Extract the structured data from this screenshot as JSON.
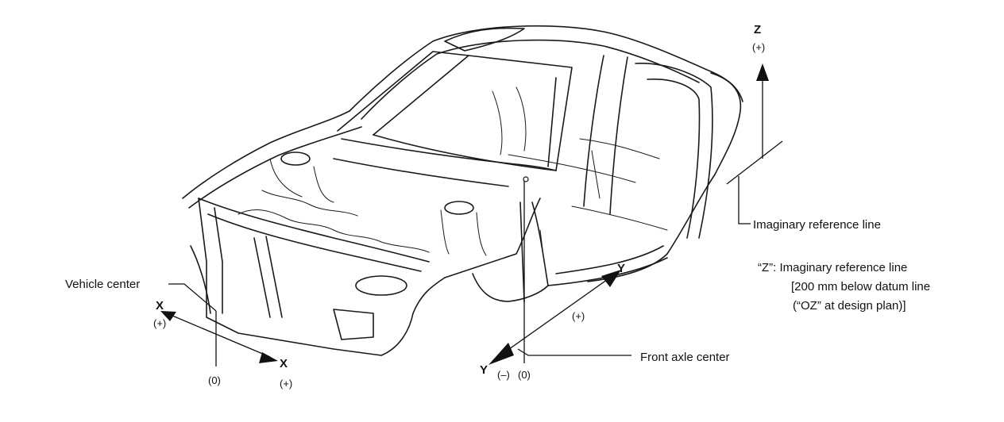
{
  "axes": {
    "z_axis_label": "Z",
    "z_positive": "(+)",
    "x_top_label": "X",
    "x_top_sign": "(+)",
    "x_bottom_label": "X",
    "x_bottom_sign": "(+)",
    "x_zero": "(0)",
    "y_top_label": "Y",
    "y_plus": "(+)",
    "y_bottom_label": "Y",
    "y_minus": "(–)",
    "y_zero": "(0)"
  },
  "callouts": {
    "vehicle_center": "Vehicle center",
    "front_axle_center": "Front axle center",
    "imaginary_reference_line": "Imaginary reference line"
  },
  "note": {
    "line1": "“Z”: Imaginary reference line",
    "line2": "[200 mm below datum line",
    "line3": "(“OZ” at design plan)]"
  }
}
